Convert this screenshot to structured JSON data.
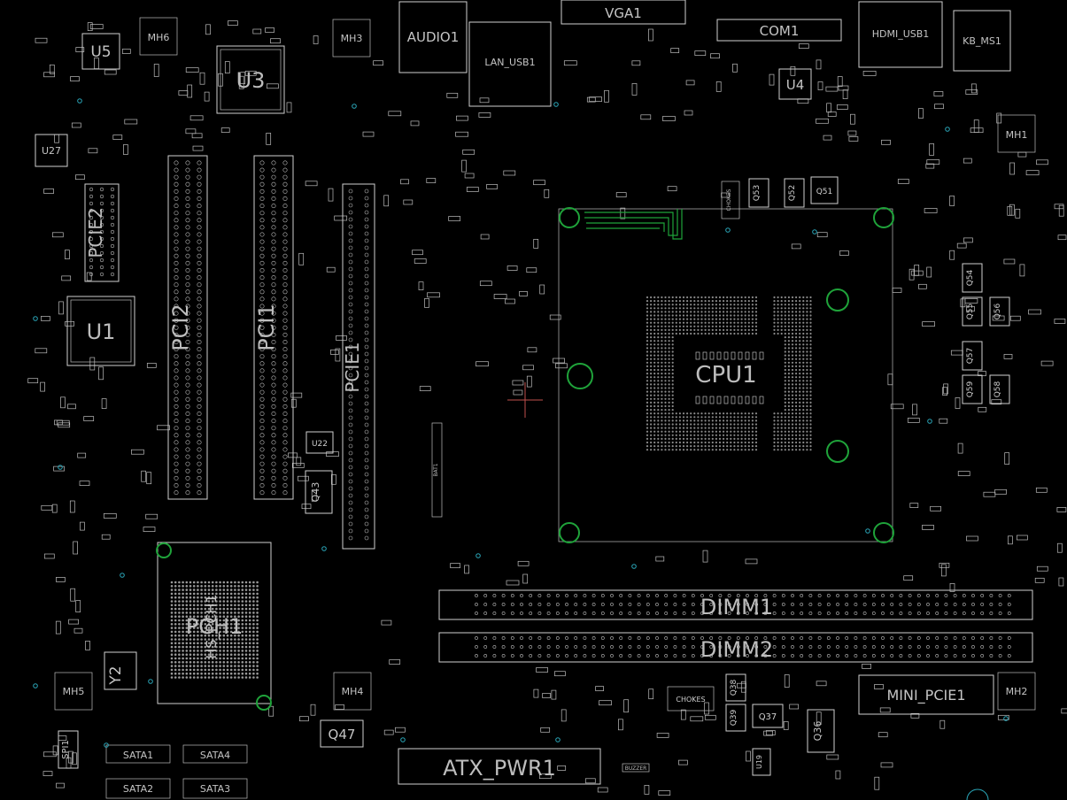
{
  "board": {
    "background": "#000000",
    "silkscreen_color": "#cfcfcf",
    "mount_ring_color": "#1fa33a",
    "via_color": "#2aa6b8",
    "crosshair_color": "#c0504d"
  },
  "components": {
    "u5": "U5",
    "mh6": "MH6",
    "u3": "U3",
    "mh3": "MH3",
    "audio1": "AUDIO1",
    "lan_usb1": "LAN_USB1",
    "vga1": "VGA1",
    "com1": "COM1",
    "u4": "U4",
    "hdmi_usb1": "HDMI_USB1",
    "kb_ms1": "KB_MS1",
    "mh1": "MH1",
    "u27": "U27",
    "pcie2": "PCIE2",
    "u1": "U1",
    "pci2": "PCI2",
    "pci1": "PCI1",
    "pcie1": "PCIE1",
    "cpu1": "CPU1",
    "q43": "Q43",
    "u22": "U22",
    "pch1": "PCH1",
    "hs_pch1": "HS_PCH1",
    "y2": "Y2",
    "mh5": "MH5",
    "mh4": "MH4",
    "q47": "Q47",
    "spi1": "SPI1",
    "sata1": "SATA1",
    "sata2": "SATA2",
    "sata3": "SATA3",
    "sata4": "SATA4",
    "atx_pwr1": "ATX_PWR1",
    "dimm1": "DIMM1",
    "dimm2": "DIMM2",
    "mini_pcie1": "MINI_PCIE1",
    "mh2": "MH2",
    "q36": "Q36",
    "q37": "Q37",
    "q38": "Q38",
    "q39": "Q39",
    "u19": "U19",
    "q51": "Q51",
    "q52": "Q52",
    "q53": "Q53",
    "q54": "Q54",
    "q55": "Q55",
    "q56": "Q56",
    "q57": "Q57",
    "q58": "Q58",
    "q59": "Q59",
    "bat1": "BAT1",
    "chokes": "CHOKES",
    "buzzer": "BUZZER"
  }
}
